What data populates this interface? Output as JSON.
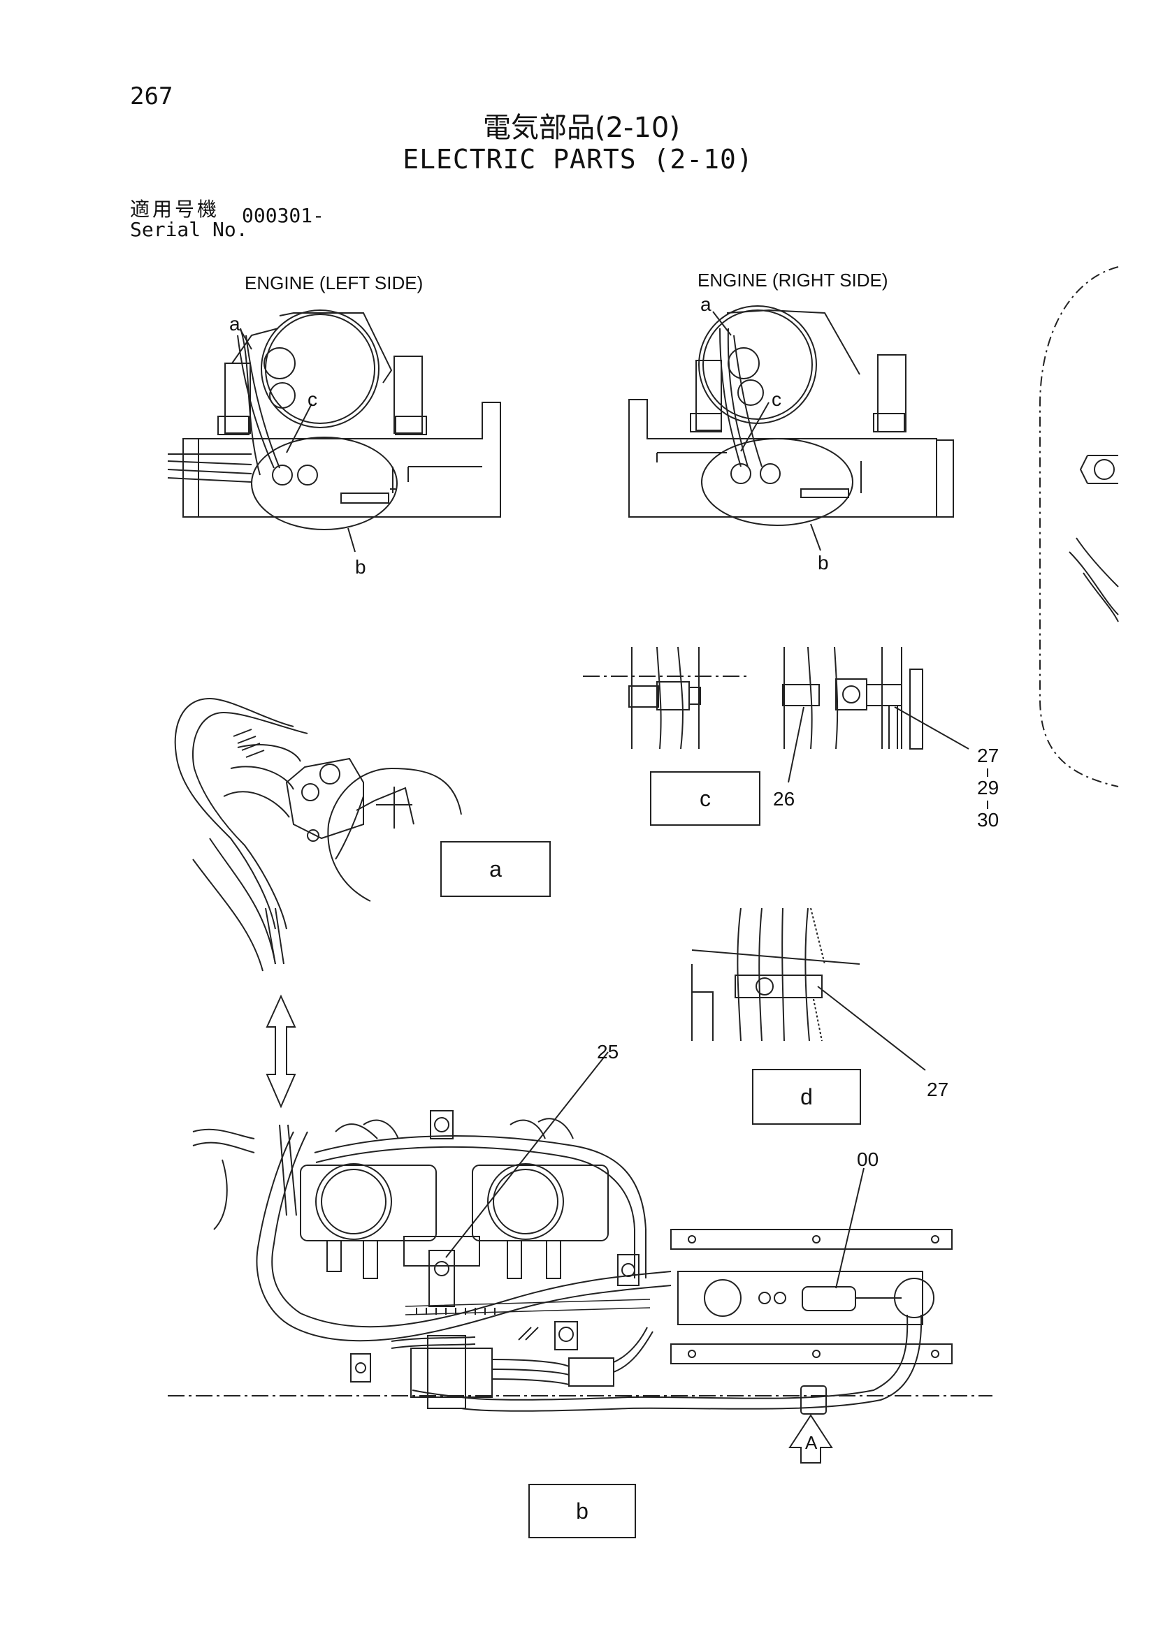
{
  "header": {
    "page_number": "267",
    "title_jp": "電気部品(2-10)",
    "title_en": "ELECTRIC PARTS (2-10)",
    "serial_label_jp": "適用号機",
    "serial_label_en": "Serial No.",
    "serial_value": "000301-"
  },
  "views": {
    "engine_left": "ENGINE (LEFT SIDE)",
    "engine_right": "ENGINE (RIGHT SIDE)"
  },
  "callouts": {
    "left_a": "a",
    "left_c": "c",
    "left_b": "b",
    "right_a": "a",
    "right_c": "c",
    "right_b": "b"
  },
  "detail_boxes": {
    "a": "a",
    "b": "b",
    "c": "c",
    "d": "d"
  },
  "part_numbers": {
    "p26": "26",
    "p27_top": "27",
    "p29": "29",
    "p30": "30",
    "p27_d": "27",
    "p25": "25",
    "p00": "00",
    "arrow_A": "A"
  }
}
